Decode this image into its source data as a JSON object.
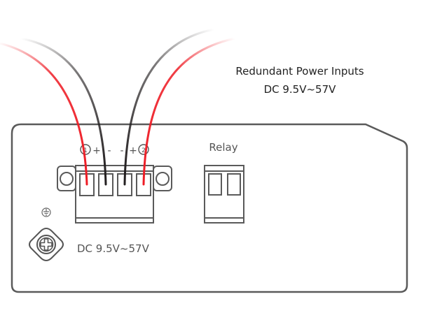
{
  "title": {
    "line1": "Redundant Power Inputs",
    "line2": "DC 9.5V~57V"
  },
  "power_terminal": {
    "input1_marker": "1",
    "input2_marker": "2",
    "pin_labels": [
      "+",
      "-",
      "-",
      "+"
    ]
  },
  "relay": {
    "label": "Relay"
  },
  "ground": {
    "symbol": "ground-icon"
  },
  "voltage_label": "DC 9.5V~57V",
  "colors": {
    "chassis": "#5a5a5a",
    "wire_positive": "#ee1c25",
    "wire_negative": "#231f20",
    "text": "#222222",
    "label_gray": "#555555"
  }
}
